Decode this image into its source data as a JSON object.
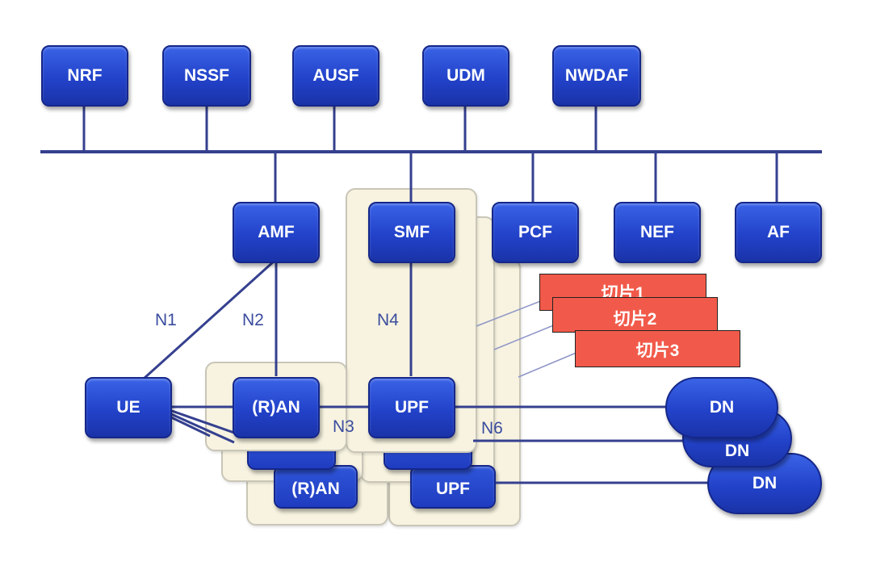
{
  "colors": {
    "nf_fill": "#2242c9",
    "nf_border": "#15278a",
    "bus": "#35408f",
    "panel": "#f7f3e0",
    "slice": "#f15a4a"
  },
  "control_plane": {
    "top_row": [
      "NRF",
      "NSSF",
      "AUSF",
      "UDM",
      "NWDAF"
    ],
    "middle_row": [
      "AMF",
      "SMF",
      "PCF",
      "NEF",
      "AF"
    ]
  },
  "user_plane": {
    "ue": "UE",
    "ran": "(R)AN",
    "ran_partial": "(R)AN",
    "upf": "UPF",
    "upf_partial": "UPF",
    "dn": [
      "DN",
      "DN",
      "DN"
    ]
  },
  "reference_points": [
    "N1",
    "N2",
    "N4",
    "N3",
    "N6"
  ],
  "slices": [
    "切片1",
    "切片2",
    "切片3"
  ]
}
